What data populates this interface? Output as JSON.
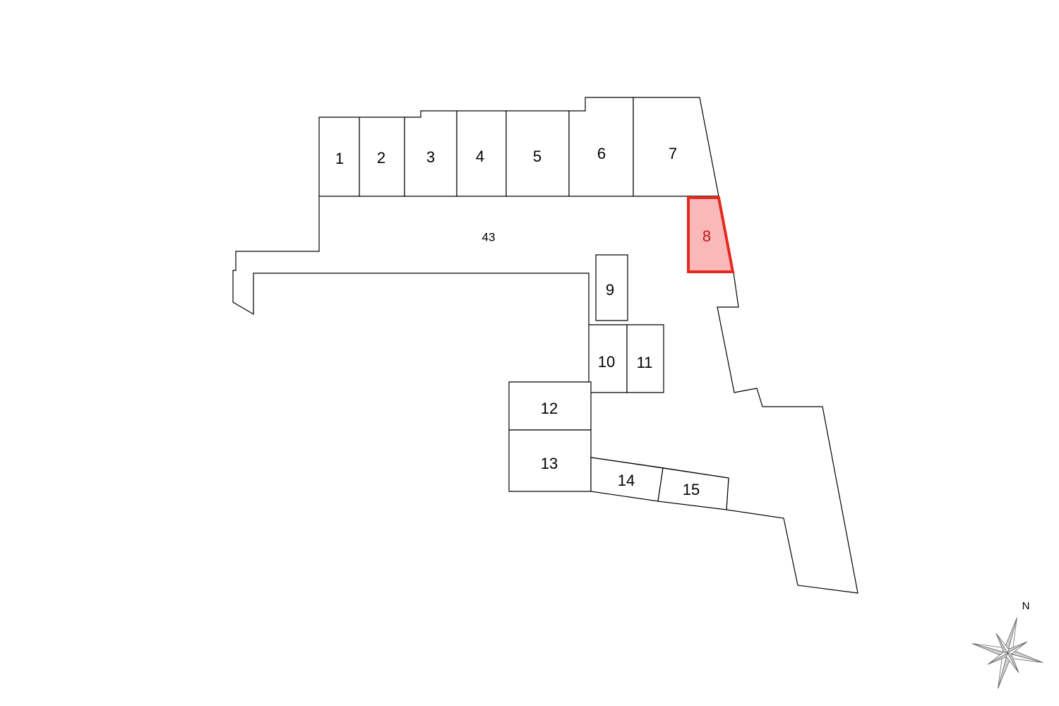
{
  "map": {
    "common_area_label": "43",
    "selected_lot": "8",
    "highlight_color": "#e8281f",
    "highlight_fill": "#f9b9b9",
    "lots": [
      {
        "id": "1",
        "label": "1"
      },
      {
        "id": "2",
        "label": "2"
      },
      {
        "id": "3",
        "label": "3"
      },
      {
        "id": "4",
        "label": "4"
      },
      {
        "id": "5",
        "label": "5"
      },
      {
        "id": "6",
        "label": "6"
      },
      {
        "id": "7",
        "label": "7"
      },
      {
        "id": "8",
        "label": "8"
      },
      {
        "id": "9",
        "label": "9"
      },
      {
        "id": "10",
        "label": "10"
      },
      {
        "id": "11",
        "label": "11"
      },
      {
        "id": "12",
        "label": "12"
      },
      {
        "id": "13",
        "label": "13"
      },
      {
        "id": "14",
        "label": "14"
      },
      {
        "id": "15",
        "label": "15"
      }
    ]
  },
  "compass": {
    "north_label": "N",
    "icon": "compass-rose-icon"
  }
}
